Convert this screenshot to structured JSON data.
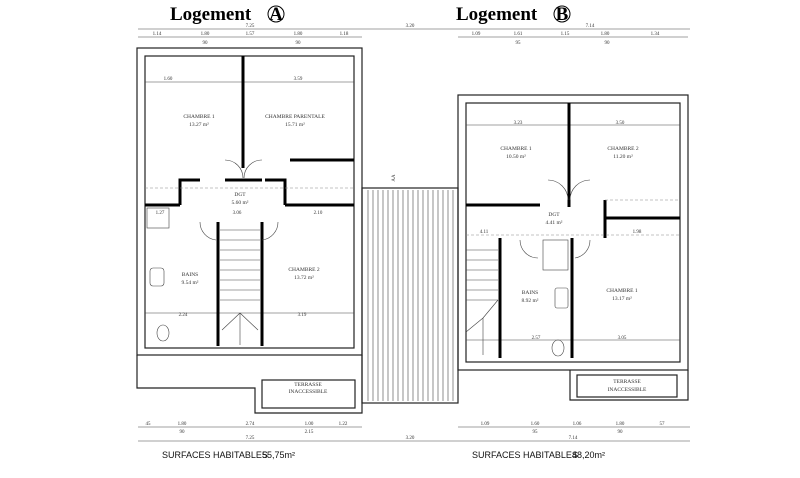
{
  "logement_a": {
    "title": "Logement",
    "badge": "A",
    "top_dims": [
      "1.14",
      "1.80",
      "1.57",
      "1.80",
      "1.18"
    ],
    "top_sub": [
      "90",
      "90"
    ],
    "top_total": "7.25",
    "rooms": [
      {
        "name": "CHAMBRE 1",
        "area": "13.27 m²"
      },
      {
        "name": "CHAMBRE PARENTALE",
        "area": "15.71 m²"
      },
      {
        "name": "DGT",
        "area": "5.60 m²"
      },
      {
        "name": "BAINS",
        "area": "9.54 m²"
      },
      {
        "name": "CHAMBRE 2",
        "area": "13.72 m²"
      }
    ],
    "inner_dims": [
      "1.60",
      "3.59",
      "1.27",
      "3.06",
      "2.10",
      "2.24",
      "3.19"
    ],
    "terrace": [
      "TERRASSE",
      "INACCESSIBLE"
    ],
    "bottom_dims": [
      "45",
      "1.80",
      "2.74",
      "1.00",
      "1.22"
    ],
    "bottom_sub": [
      "90",
      "2.15"
    ],
    "bottom_total": "7.25",
    "surface_label": "SURFACES HABITABLES",
    "surface_value": "55,75m²"
  },
  "logement_b": {
    "title": "Logement",
    "badge": "B",
    "top_dims": [
      "1.09",
      "1.61",
      "1.15",
      "1.80",
      "1.34"
    ],
    "top_sub": [
      "95",
      "90"
    ],
    "top_total": "7.14",
    "rooms": [
      {
        "name": "CHAMBRE 1",
        "area": "10.50 m²"
      },
      {
        "name": "CHAMBRE 2",
        "area": "11.20 m²"
      },
      {
        "name": "DGT",
        "area": "4.41 m²"
      },
      {
        "name": "BAINS",
        "area": "8.92 m²"
      },
      {
        "name": "CHAMBRE 1",
        "area": "13.17 m²"
      }
    ],
    "inner_dims": [
      "3.23",
      "3.50",
      "4.11",
      "1.98",
      "2.57",
      "3.05"
    ],
    "terrace": [
      "TERRASSE",
      "INACCESSIBLE"
    ],
    "bottom_dims": [
      "1.09",
      "1.60",
      "1.06",
      "1.80",
      "57"
    ],
    "bottom_sub": [
      "95",
      "90"
    ],
    "bottom_total": "7.14",
    "surface_label": "SURFACES HABITABLES",
    "surface_value": "48,20m²"
  },
  "middle_total": "3.20",
  "section_mark": "AA"
}
